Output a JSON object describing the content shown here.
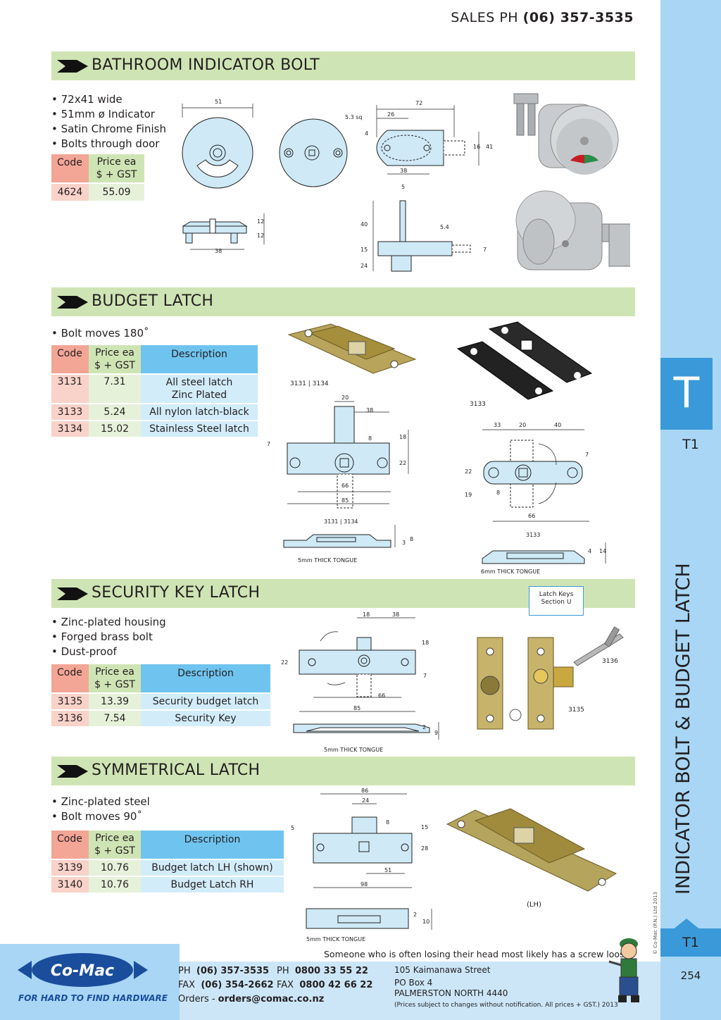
{
  "header": {
    "sales_label": "SALES  PH ",
    "sales_phone": "(06) 357-3535"
  },
  "sidebar": {
    "tab_letter": "T",
    "tab_code_top": "T1",
    "tab_code_bottom": "T1",
    "vertical_title": "INDICATOR BOLT & BUDGET LATCH",
    "copyright": "© Co-Mac (P.N.) Ltd 2013",
    "page_number": "254"
  },
  "sections": {
    "s1": {
      "title": "BATHROOM INDICATOR BOLT",
      "bullets": [
        "• 72x41 wide",
        "• 51mm ø Indicator",
        "• Satin Chrome Finish",
        "• Bolts through door"
      ],
      "col_code": "Code",
      "col_price1": "Price ea",
      "col_price2": "$ + GST",
      "rows": [
        {
          "code": "4624",
          "price": "55.09"
        }
      ]
    },
    "s2": {
      "title": "BUDGET LATCH",
      "bullets": [
        "• Bolt moves 180˚"
      ],
      "col_code": "Code",
      "col_price1": "Price ea",
      "col_price2": "$ + GST",
      "col_desc": "Description",
      "rows": [
        {
          "code": "3131",
          "price": "7.31",
          "desc1": "All steel latch",
          "desc2": "Zinc Plated"
        },
        {
          "code": "3133",
          "price": "5.24",
          "desc1": "All nylon latch-black"
        },
        {
          "code": "3134",
          "price": "15.02",
          "desc1": "Stainless Steel latch"
        }
      ],
      "labels": {
        "a": "3131 | 3134",
        "b": "3133",
        "c": "3131 | 3134",
        "d": "3133",
        "tongue5": "5mm THICK TONGUE",
        "tongue6": "6mm THICK TONGUE"
      }
    },
    "s3": {
      "title": "SECURITY KEY LATCH",
      "bullets": [
        "• Zinc-plated housing",
        "• Forged brass bolt",
        "• Dust-proof"
      ],
      "col_code": "Code",
      "col_price1": "Price ea",
      "col_price2": "$ + GST",
      "col_desc": "Description",
      "rows": [
        {
          "code": "3135",
          "price": "13.39",
          "desc": "Security budget latch"
        },
        {
          "code": "3136",
          "price": "7.54",
          "desc": "Security Key"
        }
      ],
      "latch_keys1": "Latch Keys",
      "latch_keys2": "Section U",
      "label_3136": "3136",
      "label_3135": "3135",
      "tongue": "5mm THICK TONGUE"
    },
    "s4": {
      "title": "SYMMETRICAL LATCH",
      "bullets": [
        "• Zinc-plated steel",
        "• Bolt moves 90˚"
      ],
      "col_code": "Code",
      "col_price1": "Price ea",
      "col_price2": "$ + GST",
      "col_desc": "Description",
      "rows": [
        {
          "code": "3139",
          "price": "10.76",
          "desc": "Budget latch LH (shown)"
        },
        {
          "code": "3140",
          "price": "10.76",
          "desc": "Budget Latch RH"
        }
      ],
      "lh": "(LH)",
      "tongue": "5mm THICK TONGUE"
    }
  },
  "footer": {
    "joke": "Someone who is often losing their head most likely has a screw loose.",
    "brand": "Co-Mac",
    "tagline": "FOR HARD TO FIND HARDWARE",
    "ph_label": "PH",
    "ph": "(06) 357-3535",
    "fax_label": "FAX",
    "fax": "(06) 354-2662",
    "ph2_label": "PH",
    "ph2": "0800 33 55 22",
    "fax2_label": "FAX",
    "fax2": "0800 42 66 22",
    "orders_label": "Orders - ",
    "orders": "orders@comac.co.nz",
    "addr1": "105 Kaimanawa Street",
    "addr2": "PO Box 4",
    "addr3": "PALMERSTON NORTH 4440",
    "notice": "(Prices subject to changes without notification.  All prices + GST.)  2013"
  },
  "dims": {
    "d51": "51",
    "d72": "72",
    "d53": "5.3 sq",
    "d26": "26",
    "d4": "4",
    "d16": "16",
    "d41": "41",
    "d38": "38",
    "d12": "12",
    "d5": "5",
    "d40": "40",
    "d54": "5.4",
    "d15": "15",
    "d24": "24",
    "d7": "7",
    "d20": "20",
    "d8sq": "8",
    "d18": "18",
    "d22": "22",
    "d66": "66",
    "d85": "85",
    "d3": "3",
    "d8": "8",
    "d33": "33",
    "d19": "19",
    "d14": "14",
    "d4b": "4",
    "d2": "2",
    "d9": "9",
    "d86": "86",
    "d98": "98",
    "d28": "28",
    "d10": "10"
  }
}
